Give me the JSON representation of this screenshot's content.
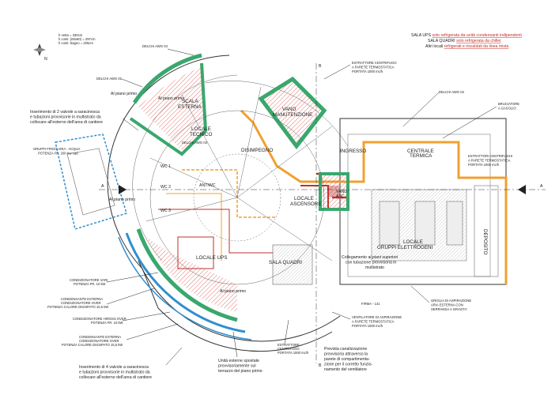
{
  "header": {
    "scale_lines": [
      "h netta = 330cm",
      "h contr. (60x60) = 297cm",
      "h contr. bagno = 225cm"
    ],
    "legend": {
      "lines": [
        {
          "prefix": "SALA UPS",
          "rest": "solo refrigerata da unità condensanti indipendenti"
        },
        {
          "prefix": "SALA QUADRI",
          "rest": "solo refrigerata da chiller"
        },
        {
          "prefix": "Altri locali",
          "rest": "refrigerati e riscaldati da linea mista"
        }
      ]
    },
    "north_label": "N"
  },
  "rooms": {
    "scala_esterna": [
      "SCALA",
      "ESTERNA"
    ],
    "locale_tecnico": [
      "LOCALE",
      "TECNICO"
    ],
    "vano_manutenzione": [
      "VANO",
      "MANUTENZIONE"
    ],
    "disimpegno": [
      "DISIMPEGNO"
    ],
    "ingresso": [
      "INGRESSO"
    ],
    "centrale_termica": [
      "CENTRALE",
      "TERMICA"
    ],
    "locale_ascensore": [
      "LOCALE",
      "ASCENSORE"
    ],
    "vano_asc": [
      "VANO",
      "ASC"
    ],
    "locale_gruppi": [
      "LOCALE",
      "GRUPPI ELETTROGENI"
    ],
    "deposito": "DEPOSITO",
    "locale_ups": [
      "LOCALE UPS"
    ],
    "sala_quadri": [
      "SALA QUADRI"
    ],
    "wc1": "WC 1",
    "wc2": "WC 2",
    "wc3": "WC 3",
    "antiwc": "ANTIWC"
  },
  "annotations": {
    "al_piano_primo": "Al piano primo",
    "delchi_04": "DELCHI AWG 04",
    "delchi_02": "DELCHI AWG 02",
    "delchi_03": "DELCHI AWG 03",
    "estrattore_top": [
      "ESTRATTORE CENTRIFUGO",
      "A PARETE TERMOSTATICA",
      "PORTATA 1000 mc/h"
    ],
    "bruciatore": [
      "BRUCIATORE",
      "A GASOLIO"
    ],
    "estrattori_right": [
      "ESTRATTORI CENTRIFUGHI",
      "A PARETE TERMOSTATICA",
      "PORTATA 1000 mc/h"
    ],
    "valvole_top": [
      "Inserimento di 2 valvole a saracinesca",
      "e tubazioni provvisorie in multistrato da",
      "collocare all'esterno dell'area di cantiere"
    ],
    "gruppi_frigo": [
      "GRUPPI FRIGO ARIA - ACQUA",
      "POTENZA FR. 200 Kw cad."
    ],
    "collegamento": [
      "Collegamento ai piani superiori",
      "con tubazione provvisoria in",
      "multistrato"
    ],
    "cond_ups1": [
      "CONDIZIONATORE VARI",
      "POTENZA FR. 10 kW"
    ],
    "cond_esterna1": [
      "CONDENSANTE ESTERNA",
      "CONDIZIONATORE OVER",
      "POTENZA CALORE DISSIPATO 15,5 kW"
    ],
    "cond_ups2": [
      "CONDIZIONATORE HIROSS OVER",
      "POTENZA FR. 10 kW"
    ],
    "cond_esterna2": [
      "CONDENSANTE ESTERNA",
      "CONDIZIONATORE OVER",
      "POTENZA CALORE DISSIPATO 15,5 kW"
    ],
    "valvole_bottom": [
      "Inserimento di 4 valvole a saracinesca",
      "e tubazioni provvisorie in multistrato da",
      "collocare all'esterno dell'area di cantiere"
    ],
    "unita_esterne": [
      "Unità esterne spostate",
      "provvisoriamente sul",
      "terrazzo del piano primo"
    ],
    "estrattore_bottom": [
      "ESTRATTORE",
      "CENTRIFUGO",
      "PORTATA 1000 mc/h"
    ],
    "ventilatore": [
      "VENTILATORE DI ASPIRAZIONE",
      "A PARETE TERMOSTATICA",
      "PORTATA 1000 mc/h"
    ],
    "prevista": [
      "Prevista canalizzazione",
      "provvisoria attraverso la",
      "parete di compartimenta-",
      "zione per il corretto funzio-",
      "namento del ventilatore"
    ],
    "griglia": [
      "GRIGLIA DI ASPIRAZIONE",
      "ARIA ESTERNA CON",
      "SERRANDA A GRAVITA'"
    ],
    "fire_label": "FIRMA - 141",
    "axis_a": "A",
    "axis_b": "B"
  },
  "colors": {
    "red": "#c0312b",
    "orange": "#f0a030",
    "green": "#3aa76d",
    "blue": "#2f8fce",
    "hatch_red": "#d9534f",
    "wall": "#333333"
  }
}
